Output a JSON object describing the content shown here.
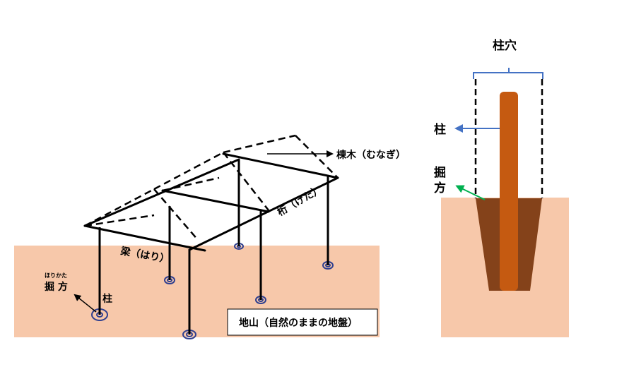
{
  "left_diagram": {
    "labels": {
      "ridge": "棟木（むなぎ）",
      "beam": "梁（はり）",
      "purlin": "桁（けた）",
      "post": "柱",
      "dig_ruby": "ほりかた",
      "dig": "掘 方",
      "ground_box": "地山（自然のままの地盤）"
    }
  },
  "right_diagram": {
    "labels": {
      "post_hole": "柱穴",
      "post": "柱",
      "dig_line1": "掘",
      "dig_line2": "方"
    }
  },
  "colors": {
    "ground": "#f7c8aa",
    "excavation": "#84421a",
    "post": "#c55a11",
    "footing": "#2f3f8f",
    "arrow_blue": "#4472c4",
    "arrow_green": "#00b050",
    "bracket": "#4472c4"
  }
}
